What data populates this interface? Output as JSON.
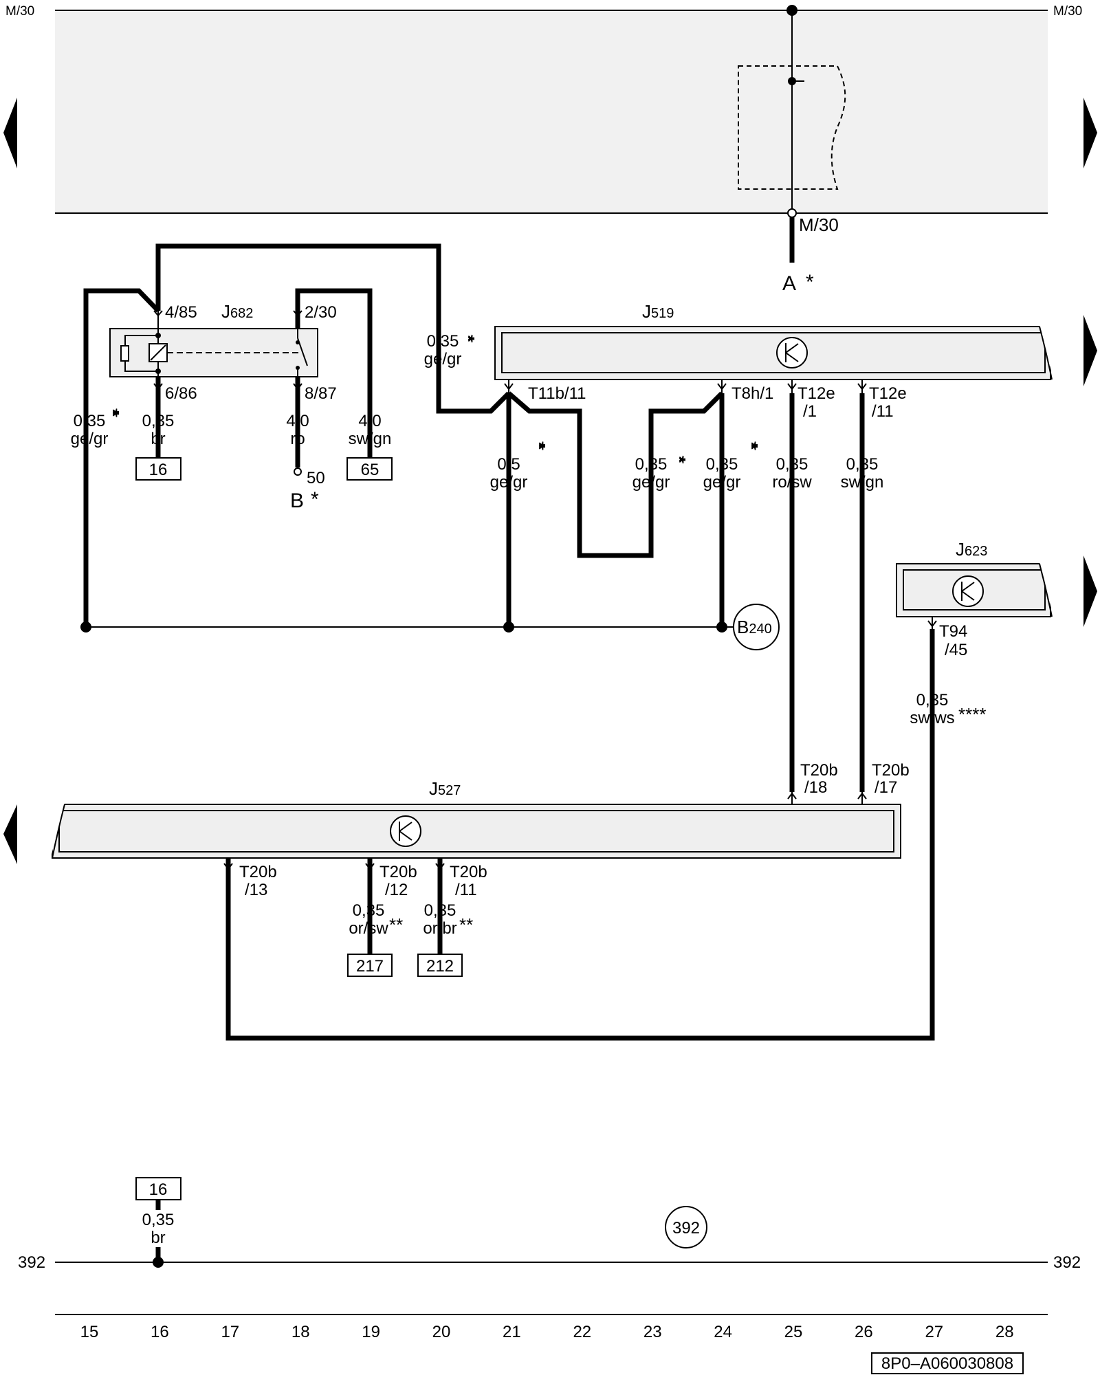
{
  "bus": {
    "m30_left": "M/30",
    "m30_right": "M/30",
    "m30_node": "M/30",
    "a_conn": "A",
    "a_star": "*"
  },
  "relay_j682": {
    "id": "J",
    "num": "682",
    "pins": {
      "p4_85": "4/85",
      "p2_30": "2/30",
      "p6_86": "6/86",
      "p8_87": "8/87"
    },
    "b_terminal_num": "50",
    "b_conn": "B",
    "b_star": "*"
  },
  "modules": {
    "j519": {
      "id": "J",
      "num": "519"
    },
    "j623": {
      "id": "J",
      "num": "623"
    },
    "j527": {
      "id": "J",
      "num": "527"
    }
  },
  "ground": {
    "id": "B",
    "num": "240"
  },
  "pins": {
    "t11b_11": "T11b/11",
    "t8h_1": "T8h/1",
    "t12e": "T12e",
    "p1": "/1",
    "p11": "/11",
    "t94": "T94",
    "p45": "/45",
    "t20b": "T20b",
    "p18": "/18",
    "p17": "/17",
    "p13": "/13",
    "p12": "/12",
    "p11b": "/11"
  },
  "wires": {
    "w1": {
      "size": "0,35",
      "color": "ge/gr",
      "stars": "****"
    },
    "w2": {
      "size": "0,35",
      "color": "br"
    },
    "w3": {
      "size": "4,0",
      "color": "ro"
    },
    "w4": {
      "size": "4,0",
      "color": "sw/gn"
    },
    "w5": {
      "size": "0,35",
      "color": "ge/gr",
      "stars": "***"
    },
    "w6": {
      "size": "0,5",
      "color": "ge/gr",
      "stars": "****"
    },
    "w7": {
      "size": "0,35",
      "color": "ge/gr",
      "stars": "***"
    },
    "w8": {
      "size": "0,35",
      "color": "ge/gr",
      "stars": "****"
    },
    "w9": {
      "size": "0,35",
      "color": "ro/sw"
    },
    "w10": {
      "size": "0,35",
      "color": "sw/gn"
    },
    "w11": {
      "size": "0,35",
      "color": "sw/ws",
      "stars": "****"
    },
    "w12": {
      "size": "0,35",
      "color": "or/sw",
      "stars": "**"
    },
    "w13": {
      "size": "0,35",
      "color": "or/br",
      "stars": "**"
    },
    "w14": {
      "size": "0,35",
      "color": "br"
    }
  },
  "refs": {
    "r16": "16",
    "r65": "65",
    "r217": "217",
    "r212": "212",
    "r16b": "16",
    "c392": "392"
  },
  "line392": {
    "left": "392",
    "right": "392"
  },
  "grid": [
    "15",
    "16",
    "17",
    "18",
    "19",
    "20",
    "21",
    "22",
    "23",
    "24",
    "25",
    "26",
    "27",
    "28"
  ],
  "footer_code": "8P0–A060030808",
  "colors": {
    "wire": "#000000",
    "module_fill": "#efefef",
    "panel_fill": "#f1f1f1"
  }
}
